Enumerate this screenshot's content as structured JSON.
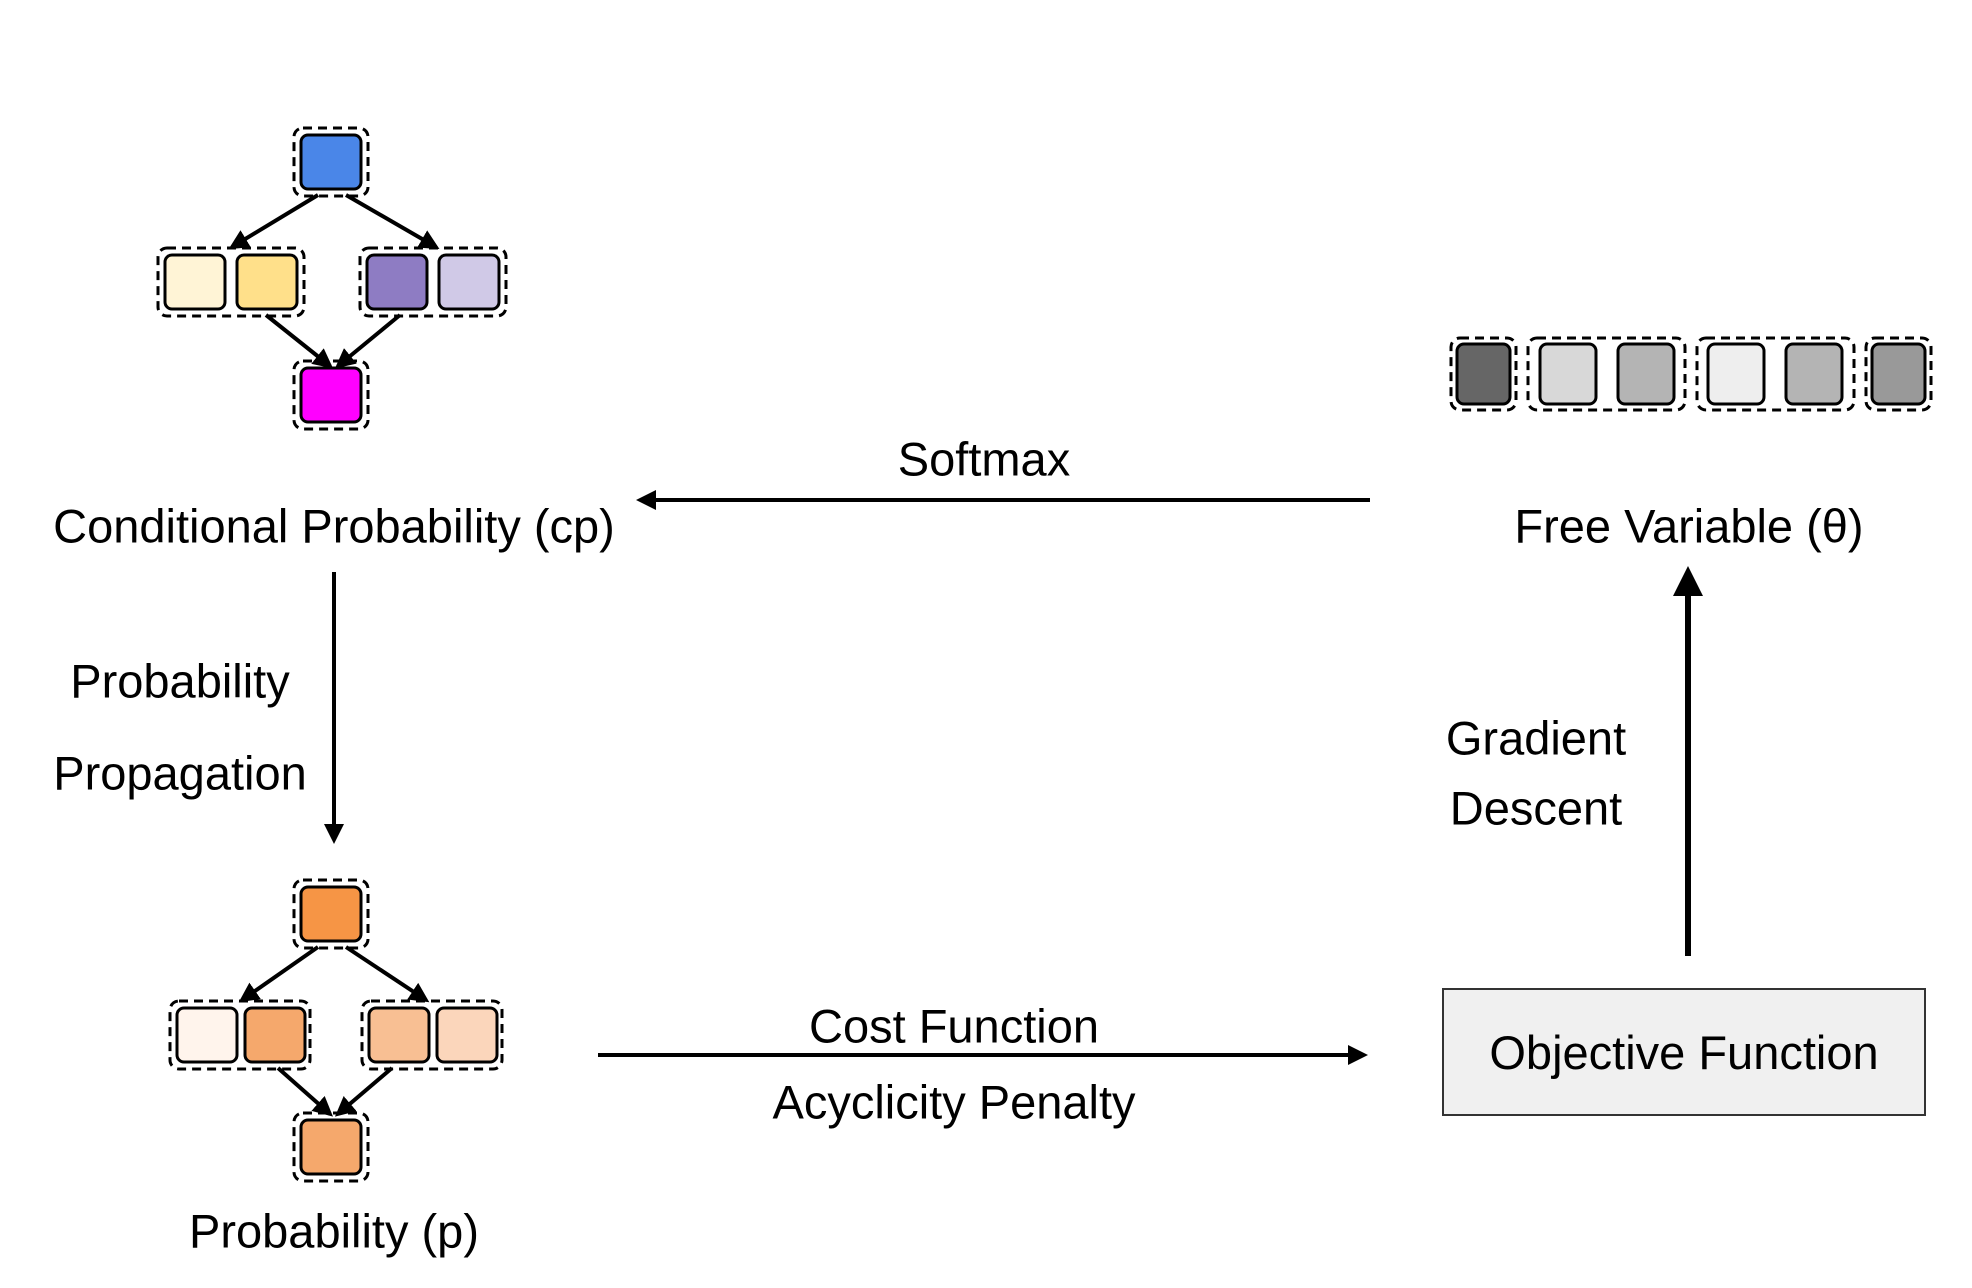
{
  "labels": {
    "conditional_probability": "Conditional Probability (cp)",
    "free_variable": "Free Variable (θ)",
    "probability": "Probability (p)",
    "softmax": "Softmax",
    "probability_line1": "Probability",
    "propagation_line2": "Propagation",
    "gradient_line1": "Gradient",
    "descent_line2": "Descent",
    "cost_function": "Cost Function",
    "acyclicity_penalty": "Acyclicity Penalty",
    "objective_function": "Objective Function"
  },
  "colors": {
    "cp_root": "#4a86e8",
    "cp_left_a": "#fff4d6",
    "cp_left_b": "#ffe08a",
    "cp_right_a": "#8e7cc3",
    "cp_right_b": "#d0c9e7",
    "cp_leaf": "#ff00ff",
    "p_root": "#f69545",
    "p_left_a": "#fff4ec",
    "p_left_b": "#f5a86c",
    "p_right_a": "#f8bf93",
    "p_right_b": "#fbd6bb",
    "p_leaf": "#f5a86c",
    "theta": [
      "#666666",
      "#d8d8d8",
      "#b4b4b4",
      "#eeeeee",
      "#b4b4b4",
      "#999999"
    ]
  }
}
